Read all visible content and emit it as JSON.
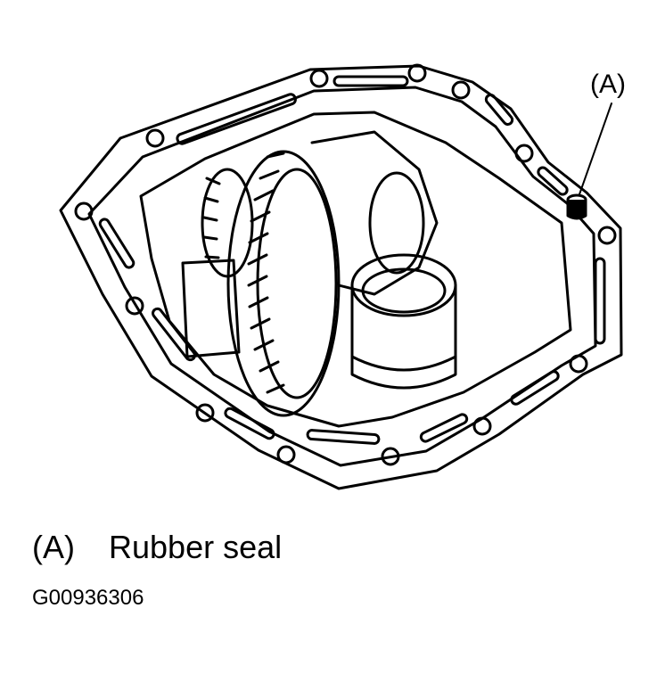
{
  "callout": {
    "label": "(A)"
  },
  "legend": {
    "key": "(A)",
    "description": "Rubber seal"
  },
  "figure_id": "G00936306"
}
